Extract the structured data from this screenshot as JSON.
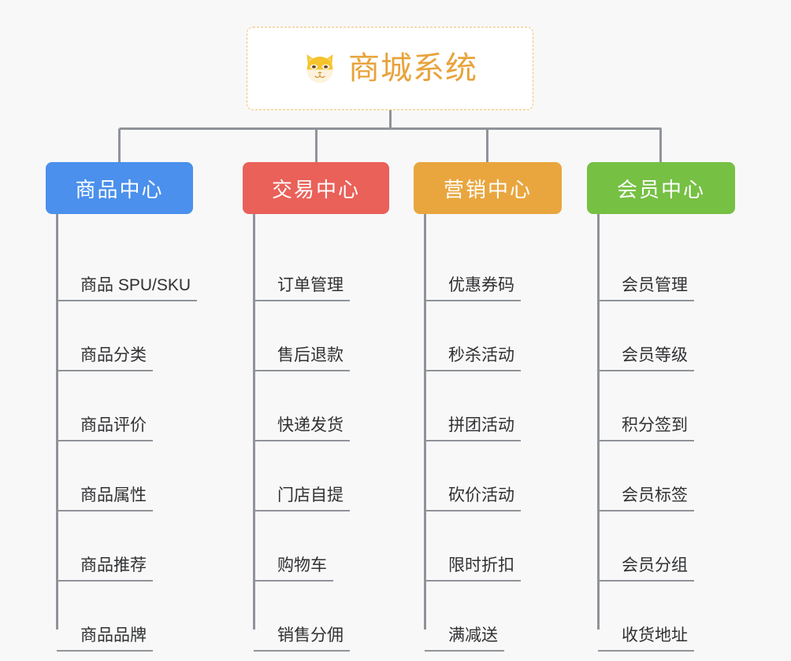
{
  "diagram": {
    "type": "mind-map",
    "root": {
      "label": "商城系统",
      "icon": "shiba-dog-face-icon",
      "text_color": "#e8a33c",
      "border_color": "#f0c070",
      "background": "#ffffff"
    },
    "background": "#f8f8f8",
    "connector_color": "#909399",
    "branches": [
      {
        "label": "商品中心",
        "color": "#4a90ec",
        "items": [
          "商品 SPU/SKU",
          "商品分类",
          "商品评价",
          "商品属性",
          "商品推荐",
          "商品品牌"
        ]
      },
      {
        "label": "交易中心",
        "color": "#e96159",
        "items": [
          "订单管理",
          "售后退款",
          "快递发货",
          "门店自提",
          "购物车",
          "销售分佣"
        ]
      },
      {
        "label": "营销中心",
        "color": "#e9a63e",
        "items": [
          "优惠券码",
          "秒杀活动",
          "拼团活动",
          "砍价活动",
          "限时折扣",
          "满减送"
        ]
      },
      {
        "label": "会员中心",
        "color": "#76c044",
        "items": [
          "会员管理",
          "会员等级",
          "积分签到",
          "会员标签",
          "会员分组",
          "收货地址"
        ]
      }
    ]
  }
}
